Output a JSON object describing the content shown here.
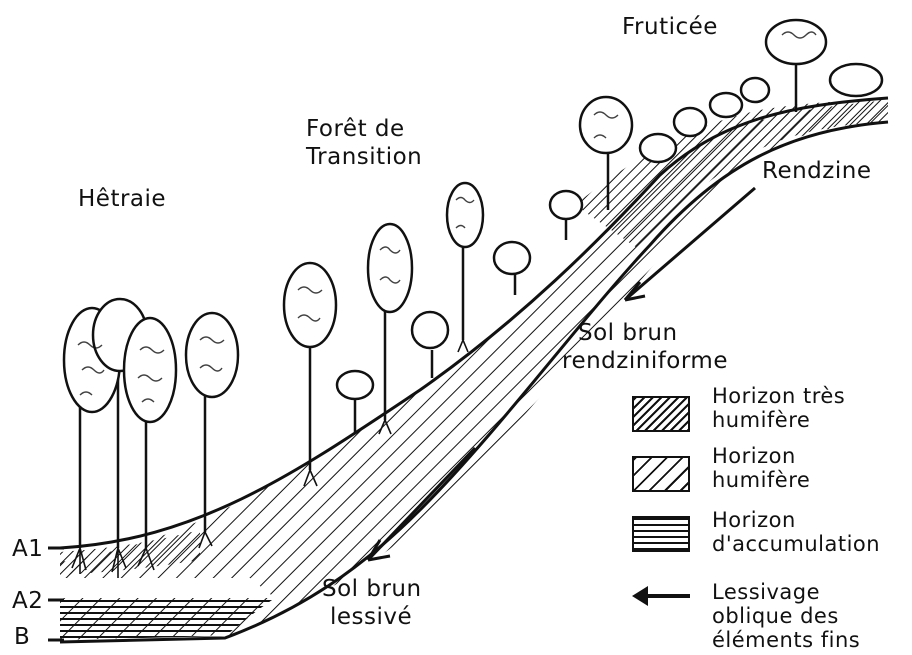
{
  "zones": {
    "hetraie": "Hêtraie",
    "foret_line1": "Forêt de",
    "foret_line2": "Transition",
    "fruticee": "Fruticée"
  },
  "soils": {
    "rendzine": "Rendzine",
    "sol_brun_rendz_line1": "Sol brun",
    "sol_brun_rendz_line2": "rendziniforme",
    "sol_brun_lessive_line1": "Sol brun",
    "sol_brun_lessive_line2": "lessivé"
  },
  "horizons": {
    "a1": "A1",
    "a2": "A2",
    "b": "B"
  },
  "legend": {
    "tres_humifere_line1": "Horizon très",
    "tres_humifere_line2": "humifère",
    "humifere_line1": "Horizon",
    "humifere_line2": "humifère",
    "accumulation_line1": "Horizon",
    "accumulation_line2": "d'accumulation",
    "lessivage_line1": "Lessivage",
    "lessivage_line2": "oblique des",
    "lessivage_line3": "éléments fins"
  },
  "colors": {
    "ink": "#111111",
    "paper": "#ffffff"
  }
}
